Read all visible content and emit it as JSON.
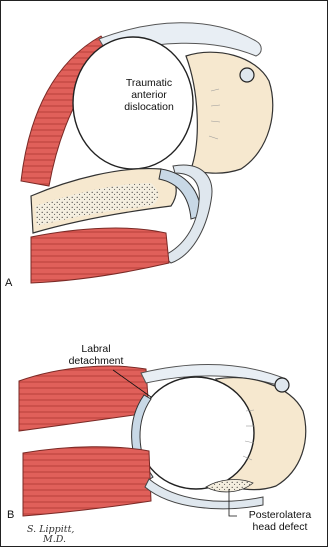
{
  "panel_a": {
    "letter": "A",
    "label_line1": "Traumatic",
    "label_line2": "anterior",
    "label_line3": "dislocation"
  },
  "panel_b": {
    "letter": "B",
    "labral_line1": "Labral",
    "labral_line2": "detachment",
    "defect_line1": "Posterolatera",
    "defect_line2": "head defect"
  },
  "signature": {
    "line1": "S. Lippitt,",
    "line2": "M.D."
  },
  "colors": {
    "muscle": "#d9534f",
    "muscle_light": "#f09a93",
    "bone": "#f6e8cf",
    "cartilage": "#c8d8e6",
    "marrow": "#cfc6b0"
  }
}
